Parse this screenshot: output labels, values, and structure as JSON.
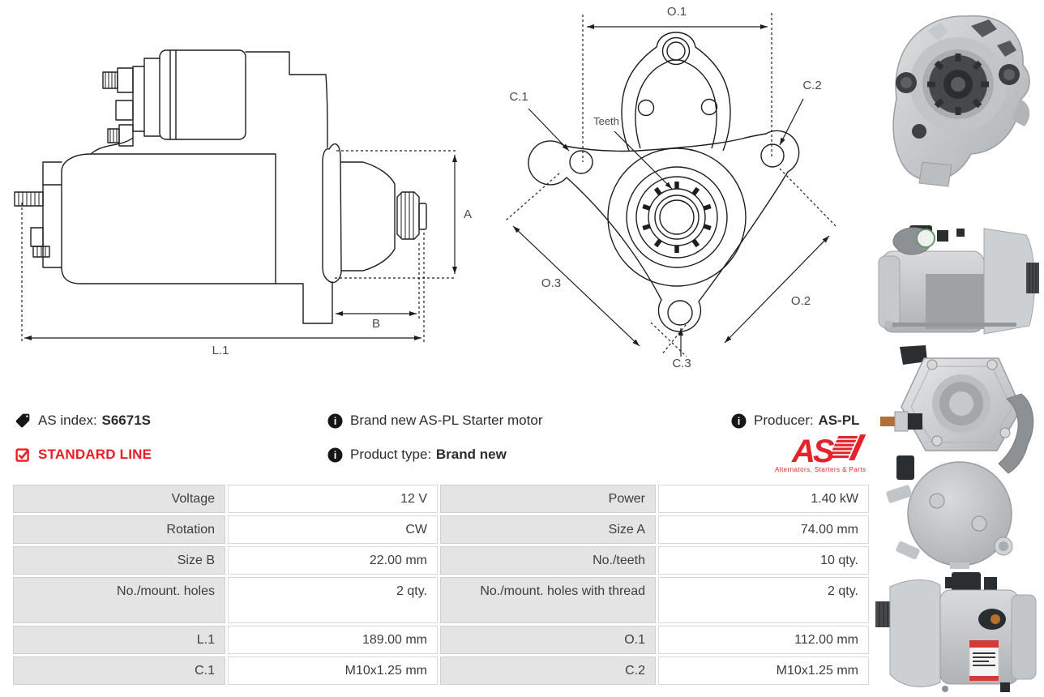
{
  "info": {
    "as_index": {
      "label": "AS index:",
      "value": "S6671S"
    },
    "line_badge": "STANDARD LINE",
    "description": "Brand new AS-PL Starter motor",
    "product_type": {
      "label": "Product type:",
      "value": "Brand new"
    },
    "producer": {
      "label": "Producer:",
      "value": "AS-PL"
    }
  },
  "logo": {
    "text": "AS",
    "tagline": "Alternators, Starters & Parts"
  },
  "icons": {
    "info_glyph": "i"
  },
  "colors": {
    "accent_red": "#ee1b22",
    "logo_red": "#e2232a",
    "table_label_bg": "#e4e4e4",
    "table_border": "#cfcfcf",
    "drawing_stroke": "#1e1e1e"
  },
  "diagrams": {
    "side_view": {
      "labels": {
        "a": "A",
        "b": "B",
        "l1": "L.1"
      }
    },
    "front_view": {
      "labels": {
        "o1": "O.1",
        "o2": "O.2",
        "o3": "O.3",
        "c1": "C.1",
        "c2": "C.2",
        "c3": "C.3",
        "teeth": "Teeth"
      }
    }
  },
  "photos": [
    {
      "name": "starter-front-angled"
    },
    {
      "name": "starter-side-pinion-right"
    },
    {
      "name": "starter-top-solenoid-view"
    },
    {
      "name": "starter-side-pinion-left"
    }
  ],
  "spec_table": {
    "rows": [
      {
        "label_left": "Voltage",
        "value_left": "12 V",
        "label_right": "Power",
        "value_right": "1.40 kW"
      },
      {
        "label_left": "Rotation",
        "value_left": "CW",
        "label_right": "Size A",
        "value_right": "74.00 mm"
      },
      {
        "label_left": "Size B",
        "value_left": "22.00 mm",
        "label_right": "No./teeth",
        "value_right": "10 qty."
      },
      {
        "label_left": "No./mount. holes",
        "value_left": "2 qty.",
        "label_right": "No./mount. holes with thread",
        "value_right": "2 qty."
      },
      {
        "label_left": "L.1",
        "value_left": "189.00 mm",
        "label_right": "O.1",
        "value_right": "112.00 mm"
      },
      {
        "label_left": "C.1",
        "value_left": "M10x1.25 mm",
        "label_right": "C.2",
        "value_right": "M10x1.25 mm"
      }
    ]
  }
}
